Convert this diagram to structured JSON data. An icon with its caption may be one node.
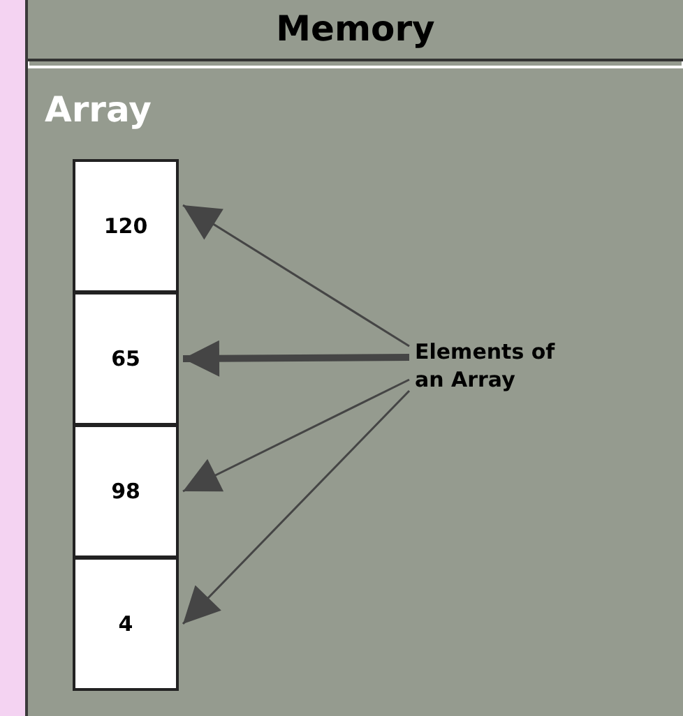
{
  "diagram": {
    "nodes": [
      {
        "text": [
          "Memory"
        ]
      },
      {
        "text": [
          "Array"
        ],
        "in": 0
      },
      {
        "text": [
          "120"
        ],
        "in": 1
      },
      {
        "text": [
          "65"
        ],
        "in": 1
      },
      {
        "text": [
          "98"
        ],
        "in": 1
      },
      {
        "text": [
          "4"
        ],
        "in": 1
      },
      {
        "text": [
          "Elements of an Array"
        ],
        "in": 0
      }
    ],
    "edges": [
      {
        "from": 6,
        "to": 2,
        "arrow": "to"
      },
      {
        "from": 6,
        "to": 3,
        "arrow": "to",
        "style": "thick"
      },
      {
        "from": 6,
        "to": 4,
        "arrow": "to"
      },
      {
        "from": 6,
        "to": 5,
        "arrow": "to"
      }
    ]
  }
}
